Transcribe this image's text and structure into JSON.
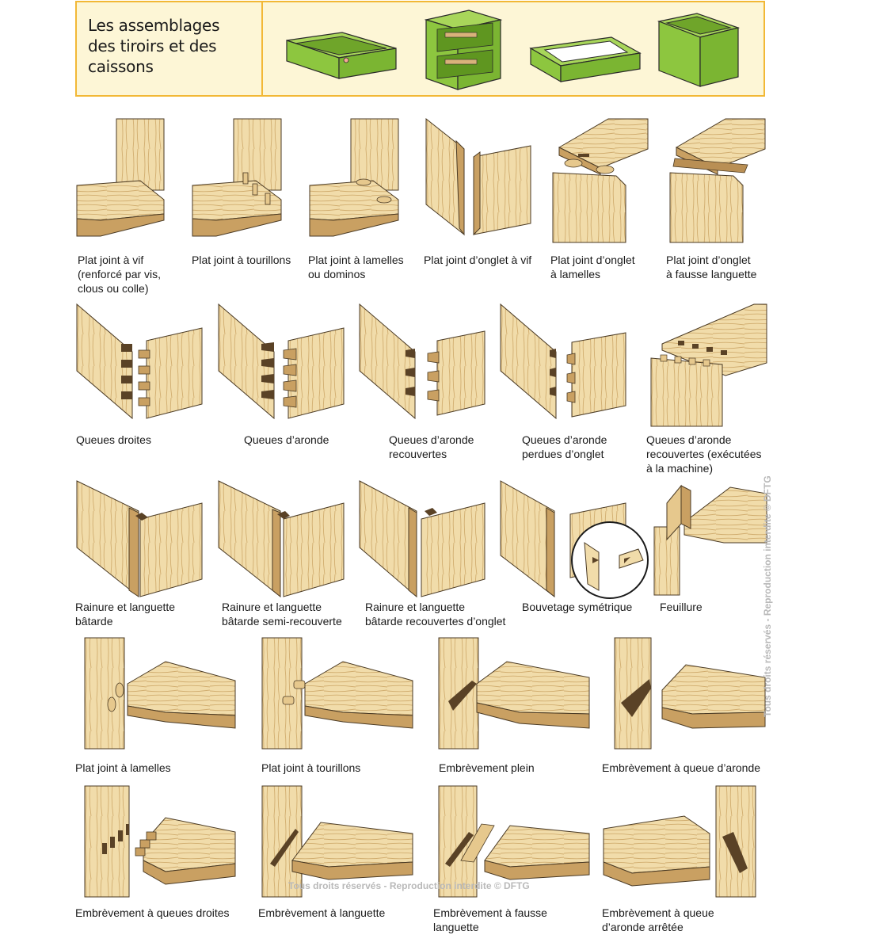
{
  "header": {
    "title": "Les assemblages\ndes tiroirs et des\ncaissons",
    "box_icons": [
      "drawer-icon",
      "open-cabinet-icon",
      "frame-icon",
      "box-icon"
    ],
    "accent_border": "#f2b836",
    "accent_background": "#fdf6d6",
    "icon_green": "#8dc63f"
  },
  "rows": [
    {
      "name": "row-1",
      "items": [
        {
          "label": "Plat joint à vif\n(renforcé par vis,\nclous ou colle)",
          "icon": "butt-joint-icon"
        },
        {
          "label": "Plat joint à tourillons",
          "icon": "dowel-joint-icon"
        },
        {
          "label": "Plat joint à lamelles\nou dominos",
          "icon": "biscuit-joint-icon"
        },
        {
          "label": "Plat joint d’onglet à vif",
          "icon": "miter-joint-icon"
        },
        {
          "label": "Plat joint d’onglet\nà lamelles",
          "icon": "miter-biscuit-joint-icon"
        },
        {
          "label": "Plat joint d’onglet\nà fausse languette",
          "icon": "miter-spline-joint-icon"
        }
      ]
    },
    {
      "name": "row-2",
      "items": [
        {
          "label": "Queues droites",
          "icon": "box-joint-icon"
        },
        {
          "label": "Queues d’aronde",
          "icon": "dovetail-joint-icon"
        },
        {
          "label": "Queues d’aronde\nrecouvertes",
          "icon": "half-blind-dovetail-icon"
        },
        {
          "label": "Queues d’aronde\nperdues d’onglet",
          "icon": "secret-miter-dovetail-icon"
        },
        {
          "label": "Queues d’aronde\nrecouvertes (exécutées\nà la machine)",
          "icon": "machine-dovetail-icon"
        }
      ]
    },
    {
      "name": "row-3",
      "items": [
        {
          "label": "Rainure et languette\nbâtarde",
          "icon": "tongue-groove-icon"
        },
        {
          "label": "Rainure et languette\nbâtarde semi-recouverte",
          "icon": "half-covered-tongue-groove-icon"
        },
        {
          "label": "Rainure et languette\nbâtarde recouvertes d’onglet",
          "icon": "mitered-tongue-groove-icon"
        },
        {
          "label": "Bouvetage symétrique",
          "icon": "symmetric-tongue-groove-icon"
        },
        {
          "label": "Feuillure",
          "icon": "rabbet-joint-icon"
        }
      ]
    },
    {
      "name": "row-4",
      "items": [
        {
          "label": "Plat joint à lamelles",
          "icon": "shelf-biscuit-icon"
        },
        {
          "label": "Plat joint à tourillons",
          "icon": "shelf-dowel-icon"
        },
        {
          "label": "Embrèvement plein",
          "icon": "housing-joint-icon"
        },
        {
          "label": "Embrèvement à queue d’aronde",
          "icon": "dovetail-housing-icon"
        }
      ]
    },
    {
      "name": "row-5",
      "items": [
        {
          "label": "Embrèvement à queues droites",
          "icon": "housing-box-joint-icon"
        },
        {
          "label": "Embrèvement à languette",
          "icon": "housing-tongue-icon"
        },
        {
          "label": "Embrèvement à fausse\nlanguette",
          "icon": "housing-spline-icon"
        },
        {
          "label": "Embrèvement à queue\nd’aronde arrêtée",
          "icon": "stopped-dovetail-housing-icon"
        }
      ]
    }
  ],
  "watermarks": {
    "vertical": "Tous droits réservés - Reproduction interdite © DFTG",
    "horizontal": "Tous droits réservés - Reproduction interdite © DFTG"
  },
  "colors": {
    "wood_light": "#f1dcaa",
    "wood_mid": "#e6c88d",
    "wood_dark": "#c9a062",
    "wood_grain": "#b98f54",
    "outline": "#4a3a24"
  }
}
